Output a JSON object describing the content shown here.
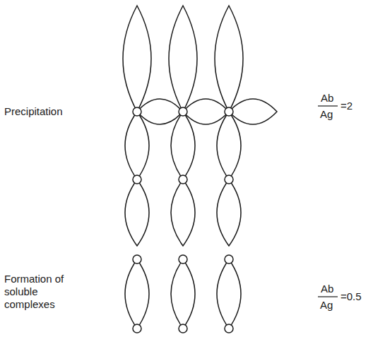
{
  "diagram": {
    "labels": [
      "Precipitation",
      "Ab",
      "Ag",
      "=2",
      "Formation of soluble complexes",
      "Ab",
      "Ag",
      "=0.5"
    ]
  }
}
